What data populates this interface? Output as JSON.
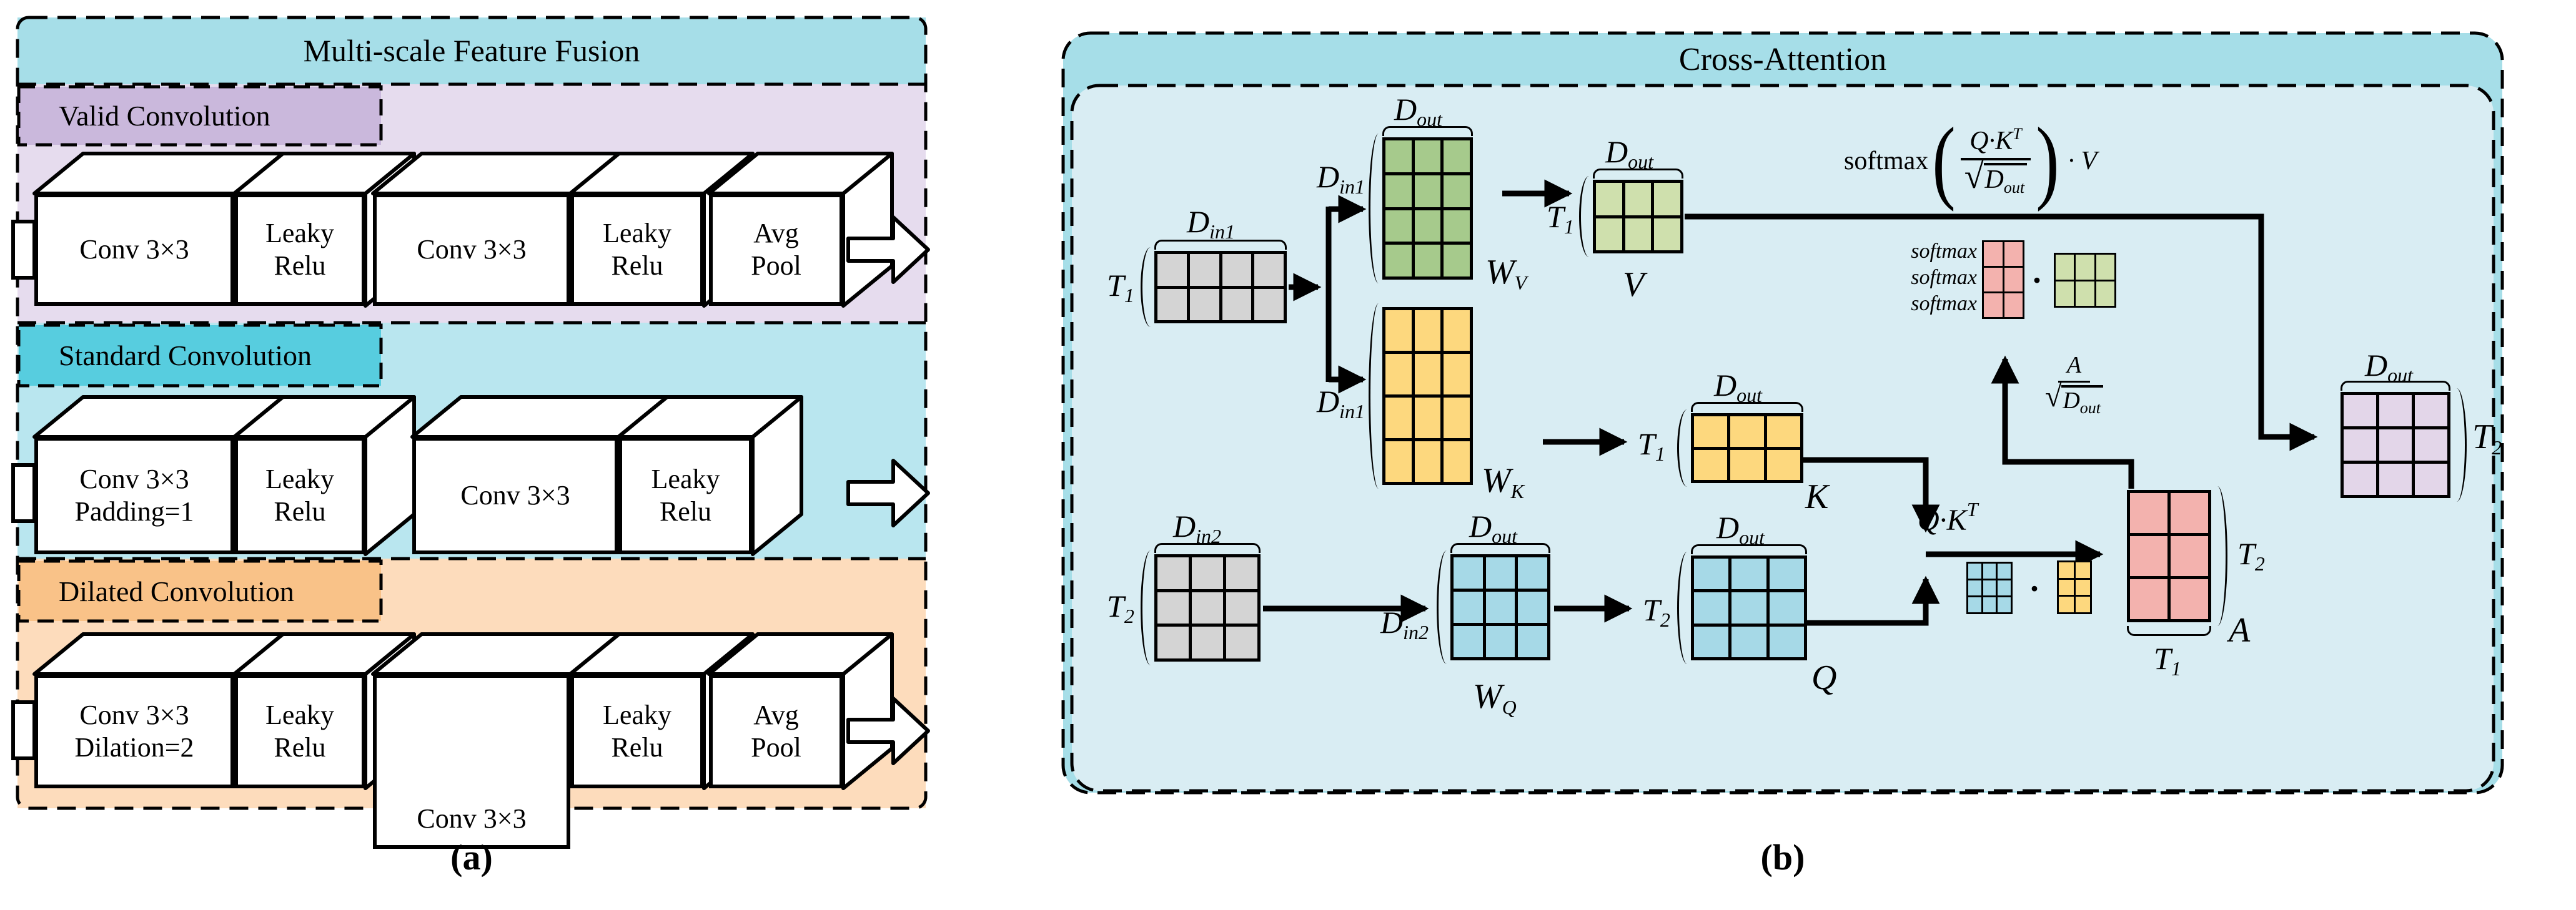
{
  "palette": {
    "header_cyan": "#a6dee8",
    "valid_bg": "#e6dcee",
    "valid_label_bg": "#cab8dc",
    "standard_bg": "#b9e6ef",
    "standard_label_bg": "#57cddf",
    "dilated_bg": "#fddcbc",
    "dilated_label_bg": "#f9c288",
    "b_body": "#d9edf3",
    "gray": "#d4d4d4",
    "green": "#a6ca8c",
    "green_light": "#cfe0ad",
    "yellow": "#fdd87e",
    "blue": "#a6d9e7",
    "pink": "#f3b2ae",
    "purple": "#e3d6e9",
    "box_white": "#ffffff",
    "line_black": "#000000"
  },
  "panel_a": {
    "header": "Multi-scale Feature Fusion",
    "caption": "(a)",
    "sections": [
      {
        "title": "Valid Convolution",
        "boxes": [
          [
            "Conv 3×3",
            ""
          ],
          [
            "Leaky",
            "Relu"
          ],
          [
            "Conv 3×3",
            ""
          ],
          [
            "Leaky",
            "Relu"
          ],
          [
            "Avg",
            "Pool"
          ]
        ]
      },
      {
        "title": "Standard Convolution",
        "boxes": [
          [
            "Conv 3×3",
            "Padding=1"
          ],
          [
            "Leaky",
            "Relu"
          ],
          [
            "Conv 3×3",
            ""
          ],
          [
            "Leaky",
            "Relu"
          ]
        ]
      },
      {
        "title": "Dilated Convolution",
        "boxes": [
          [
            "Conv 3×3",
            "Dilation=2"
          ],
          [
            "Leaky",
            "Relu"
          ],
          [
            "Conv 3×3",
            ""
          ],
          [
            "Leaky",
            "Relu"
          ],
          [
            "Avg",
            "Pool"
          ]
        ]
      }
    ]
  },
  "panel_b": {
    "header": "Cross-Attention",
    "caption": "(b)",
    "dot": "·",
    "softmax_stack": [
      "softmax",
      "softmax",
      "softmax"
    ],
    "labels": {
      "dout": {
        "main": "D",
        "sub": "out"
      },
      "din1": {
        "main": "D",
        "sub": "in1"
      },
      "din2": {
        "main": "D",
        "sub": "in2"
      },
      "t1": {
        "main": "T",
        "sub": "1"
      },
      "t2": {
        "main": "T",
        "sub": "2"
      },
      "wv": {
        "main": "W",
        "sub": "V"
      },
      "wk": {
        "main": "W",
        "sub": "K"
      },
      "wq": {
        "main": "W",
        "sub": "Q"
      },
      "v": {
        "main": "V"
      },
      "k": {
        "main": "K"
      },
      "q": {
        "main": "Q"
      },
      "a": {
        "main": "A"
      },
      "qkt": {
        "main": "Q·K",
        "sup": "T"
      }
    },
    "formula": {
      "fn": "softmax",
      "lparen": "(",
      "num_main": "Q·K",
      "num_sup": "T",
      "sqrt": "√",
      "den_main": "D",
      "den_sub": "out",
      "rparen": ")",
      "suffix": "· V"
    },
    "afrac": {
      "num": "A",
      "sqrt": "√",
      "den_main": "D",
      "den_sub": "out"
    },
    "matrices": {
      "t1": {
        "cols": 4,
        "rows": 2
      },
      "wv": {
        "cols": 3,
        "rows": 4
      },
      "wk": {
        "cols": 3,
        "rows": 4
      },
      "v": {
        "cols": 3,
        "rows": 2
      },
      "k": {
        "cols": 3,
        "rows": 2
      },
      "t2": {
        "cols": 3,
        "rows": 3
      },
      "wq": {
        "cols": 3,
        "rows": 3
      },
      "q": {
        "cols": 3,
        "rows": 3
      },
      "a": {
        "cols": 2,
        "rows": 3
      },
      "t2_out": {
        "cols": 3,
        "rows": 3
      },
      "s_blue": {
        "cols": 3,
        "rows": 3
      },
      "s_yellow": {
        "cols": 2,
        "rows": 3
      },
      "s_pink": {
        "cols": 2,
        "rows": 3
      },
      "s_green": {
        "cols": 3,
        "rows": 2
      }
    }
  }
}
